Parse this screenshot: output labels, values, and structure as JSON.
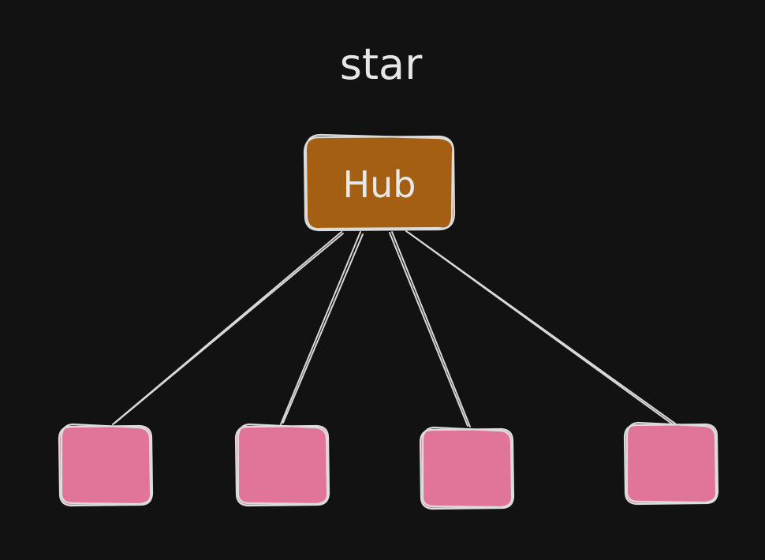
{
  "diagram": {
    "title": "star",
    "hub": {
      "label": "Hub",
      "fill": "#a55f12",
      "stroke": "#e3e3e3"
    },
    "leaves": [
      {
        "label": "",
        "fill": "#e07499"
      },
      {
        "label": "",
        "fill": "#e07499"
      },
      {
        "label": "",
        "fill": "#e07499"
      },
      {
        "label": "",
        "fill": "#e07499"
      }
    ],
    "edges": [
      {
        "from": "hub",
        "to": "leaf-1"
      },
      {
        "from": "hub",
        "to": "leaf-2"
      },
      {
        "from": "hub",
        "to": "leaf-3"
      },
      {
        "from": "hub",
        "to": "leaf-4"
      }
    ],
    "colors": {
      "background": "#121212",
      "stroke": "#dcdcdc"
    }
  }
}
